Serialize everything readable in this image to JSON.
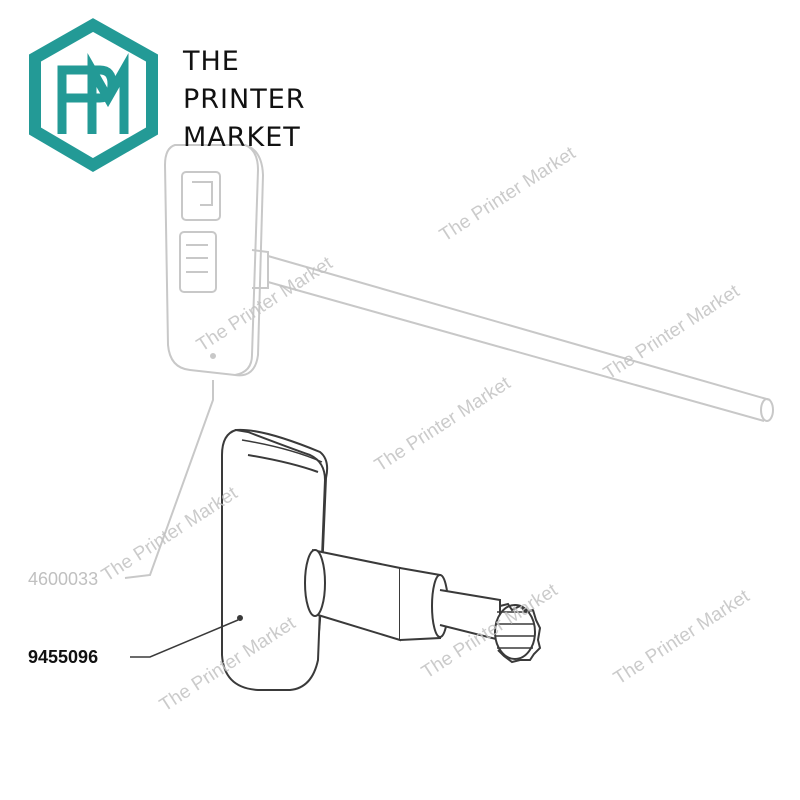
{
  "brand": {
    "logo_letters": "PM",
    "name_lines": [
      "THE",
      "PRINTER",
      "MARKET"
    ],
    "logo_color": "#239a96"
  },
  "callouts": {
    "ghost_part_number": "4600033",
    "main_part_number": "9455096"
  },
  "watermark_text": "The Printer Market",
  "colors": {
    "line": "#3a3a3a",
    "ghost_line": "#c8c8c8",
    "ghost_text": "#c0c0c0",
    "text": "#111111"
  }
}
